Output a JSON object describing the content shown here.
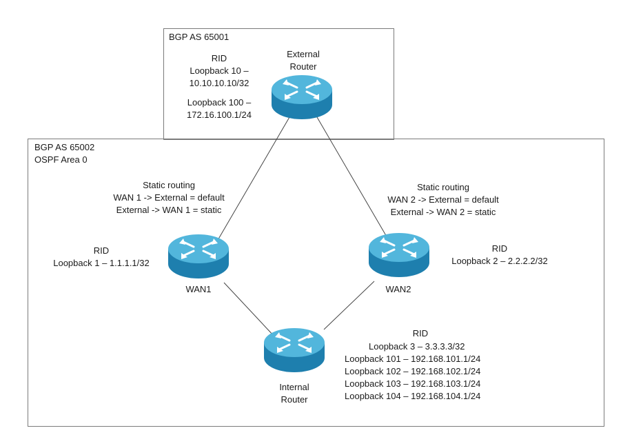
{
  "as65001": {
    "title": "BGP AS 65001",
    "rid_label": "RID",
    "loopback10_label": "Loopback 10 –",
    "loopback10_addr": "10.10.10.10/32",
    "loopback100_label": "Loopback 100 –",
    "loopback100_addr": "172.16.100.1/24",
    "router_name_line1": "External",
    "router_name_line2": "Router"
  },
  "as65002": {
    "title_line1": "BGP AS 65002",
    "title_line2": "OSPF Area 0"
  },
  "wan1": {
    "name": "WAN1",
    "static_title": "Static routing",
    "static_line1": "WAN 1 -> External = default",
    "static_line2": "External -> WAN 1 = static",
    "rid_label": "RID",
    "rid_value": "Loopback 1 – 1.1.1.1/32"
  },
  "wan2": {
    "name": "WAN2",
    "static_title": "Static routing",
    "static_line1": "WAN 2 -> External = default",
    "static_line2": "External -> WAN 2 = static",
    "rid_label": "RID",
    "rid_value": "Loopback 2 – 2.2.2.2/32"
  },
  "internal": {
    "name_line1": "Internal",
    "name_line2": "Router",
    "rid_label": "RID",
    "loopbacks": [
      "Loopback 3 – 3.3.3.3/32",
      "Loopback 101 – 192.168.101.1/24",
      "Loopback 102 – 192.168.102.1/24",
      "Loopback 103 – 192.168.103.1/24",
      "Loopback 104 – 192.168.104.1/24"
    ]
  },
  "colors": {
    "router_top": "#52b6dc",
    "router_side": "#1e7fae",
    "router_arrows": "#ffffff",
    "box_border": "#7a7a7a",
    "link": "#444444"
  }
}
